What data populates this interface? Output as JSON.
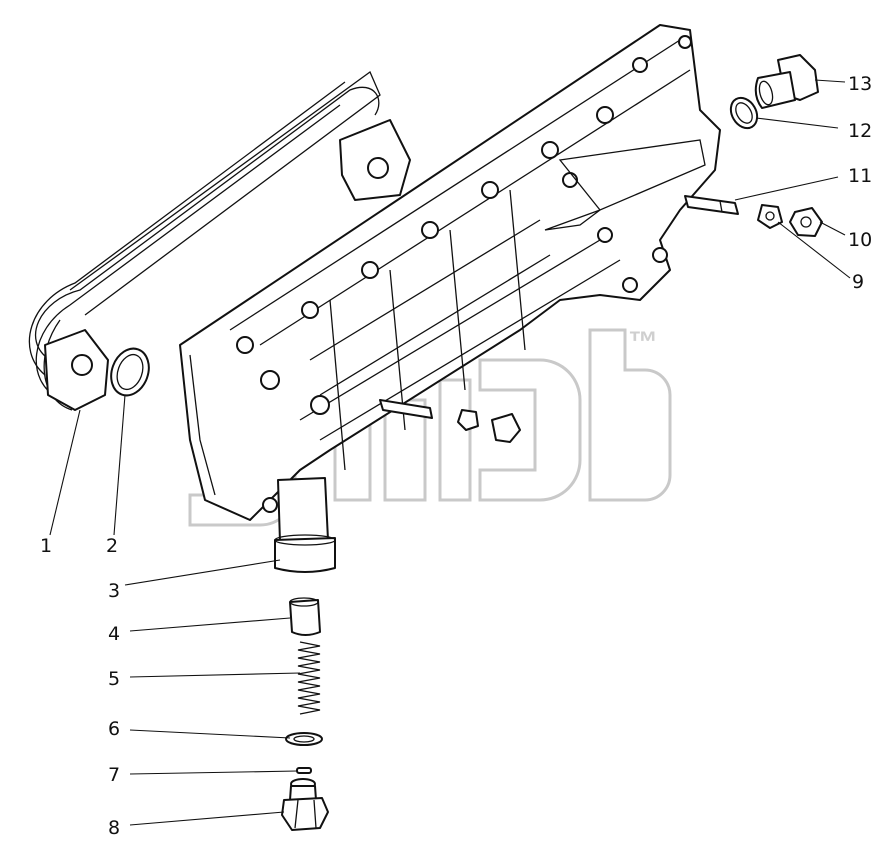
{
  "diagram": {
    "type": "exploded-parts-view",
    "watermark": {
      "trademark": "™"
    },
    "callouts": [
      {
        "id": "1",
        "label": "1"
      },
      {
        "id": "2",
        "label": "2"
      },
      {
        "id": "3",
        "label": "3"
      },
      {
        "id": "4",
        "label": "4"
      },
      {
        "id": "5",
        "label": "5"
      },
      {
        "id": "6",
        "label": "6"
      },
      {
        "id": "7",
        "label": "7"
      },
      {
        "id": "8",
        "label": "8"
      },
      {
        "id": "9",
        "label": "9"
      },
      {
        "id": "10",
        "label": "10"
      },
      {
        "id": "11",
        "label": "11"
      },
      {
        "id": "12",
        "label": "12"
      },
      {
        "id": "13",
        "label": "13"
      }
    ]
  }
}
